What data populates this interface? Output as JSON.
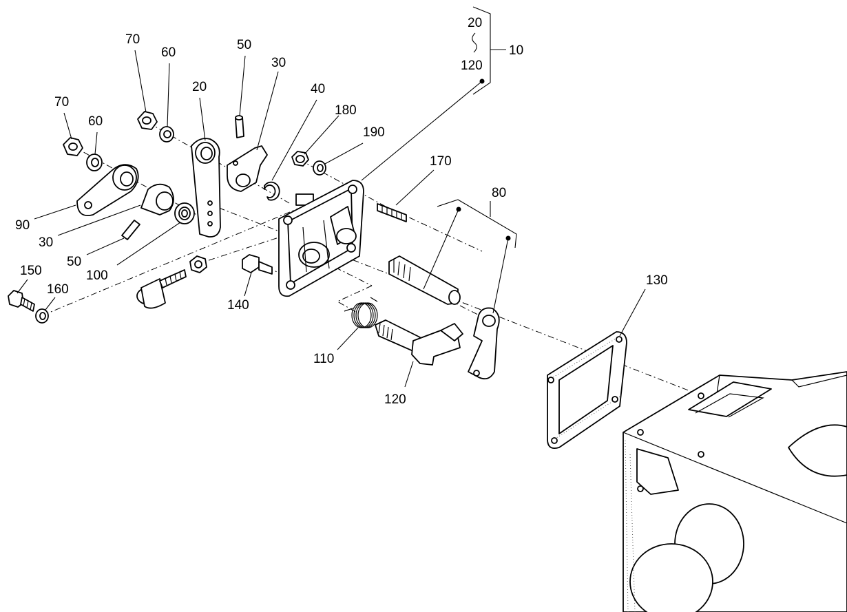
{
  "callouts": [
    {
      "id": "c70a",
      "text": "70"
    },
    {
      "id": "c60a",
      "text": "60"
    },
    {
      "id": "c70b",
      "text": "70"
    },
    {
      "id": "c60b",
      "text": "60"
    },
    {
      "id": "c20",
      "text": "20"
    },
    {
      "id": "c50a",
      "text": "50"
    },
    {
      "id": "c30a",
      "text": "30"
    },
    {
      "id": "c40",
      "text": "40"
    },
    {
      "id": "c180",
      "text": "180"
    },
    {
      "id": "c190",
      "text": "190"
    },
    {
      "id": "c170",
      "text": "170"
    },
    {
      "id": "c80",
      "text": "80"
    },
    {
      "id": "c90",
      "text": "90"
    },
    {
      "id": "c30b",
      "text": "30"
    },
    {
      "id": "c50b",
      "text": "50"
    },
    {
      "id": "c100",
      "text": "100"
    },
    {
      "id": "c150",
      "text": "150"
    },
    {
      "id": "c160",
      "text": "160"
    },
    {
      "id": "c140",
      "text": "140"
    },
    {
      "id": "c110",
      "text": "110"
    },
    {
      "id": "c120",
      "text": "120"
    },
    {
      "id": "c130",
      "text": "130"
    },
    {
      "id": "c10",
      "text": "10"
    },
    {
      "id": "c20r",
      "text": "20"
    },
    {
      "id": "c120r",
      "text": "120"
    }
  ]
}
